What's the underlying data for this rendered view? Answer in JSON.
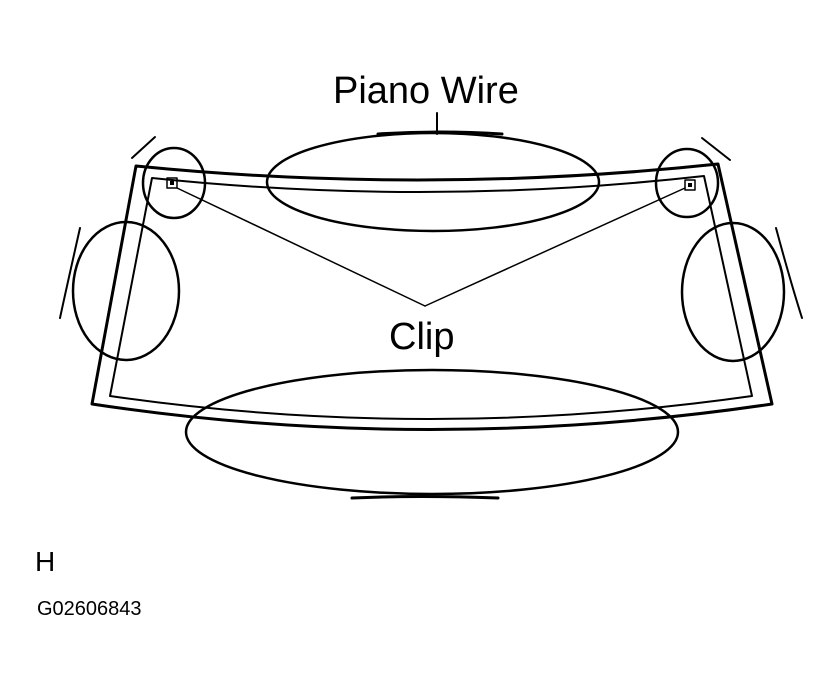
{
  "labels": {
    "piano_wire": "Piano Wire",
    "clip": "Clip",
    "view_letter": "H",
    "figure_code": "G02606843"
  },
  "colors": {
    "ink": "#000000",
    "background": "#ffffff"
  }
}
